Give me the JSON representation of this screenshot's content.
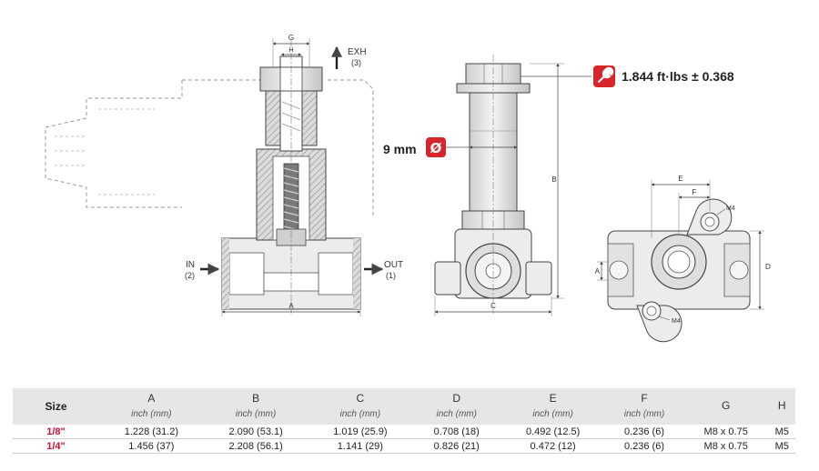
{
  "drawing": {
    "section_view": {
      "dim_G": "G",
      "dim_H": "H",
      "dim_A": "A",
      "exh_label": "EXH",
      "exh_port": "(3)",
      "in_label": "IN",
      "in_port": "(2)",
      "out_label": "OUT",
      "out_port": "(1)"
    },
    "side_view": {
      "dim_B": "B",
      "dim_C": "C",
      "torque_text": "1.844 ft·lbs ± 0.368",
      "diameter_text": "9 mm",
      "diameter_symbol": "Ø"
    },
    "top_view": {
      "dim_E": "E",
      "dim_F": "F",
      "dim_A": "A",
      "dim_D": "D",
      "mount_top": "M4",
      "mount_bottom": "M4"
    },
    "colors": {
      "accent": "#d7262b",
      "line": "#444444",
      "hatch": "#9a9a9a",
      "body": "#e9e9e9"
    }
  },
  "table": {
    "size_header": "Size",
    "columns": [
      {
        "label": "A",
        "unit": "inch (mm)"
      },
      {
        "label": "B",
        "unit": "inch (mm)"
      },
      {
        "label": "C",
        "unit": "inch (mm)"
      },
      {
        "label": "D",
        "unit": "inch (mm)"
      },
      {
        "label": "E",
        "unit": "inch (mm)"
      },
      {
        "label": "F",
        "unit": "inch (mm)"
      },
      {
        "label": "G",
        "unit": ""
      },
      {
        "label": "H",
        "unit": ""
      }
    ],
    "rows": [
      {
        "size": "1/8\"",
        "values": [
          "1.228 (31.2)",
          "2.090 (53.1)",
          "1.019 (25.9)",
          "0.708 (18)",
          "0.492 (12.5)",
          "0.236 (6)",
          "M8 x 0.75",
          "M5"
        ]
      },
      {
        "size": "1/4\"",
        "values": [
          "1.456 (37)",
          "2.208 (56.1)",
          "1.141 (29)",
          "0.826 (21)",
          "0.472 (12)",
          "0.236 (6)",
          "M8 x 0.75",
          "M5"
        ]
      }
    ]
  }
}
